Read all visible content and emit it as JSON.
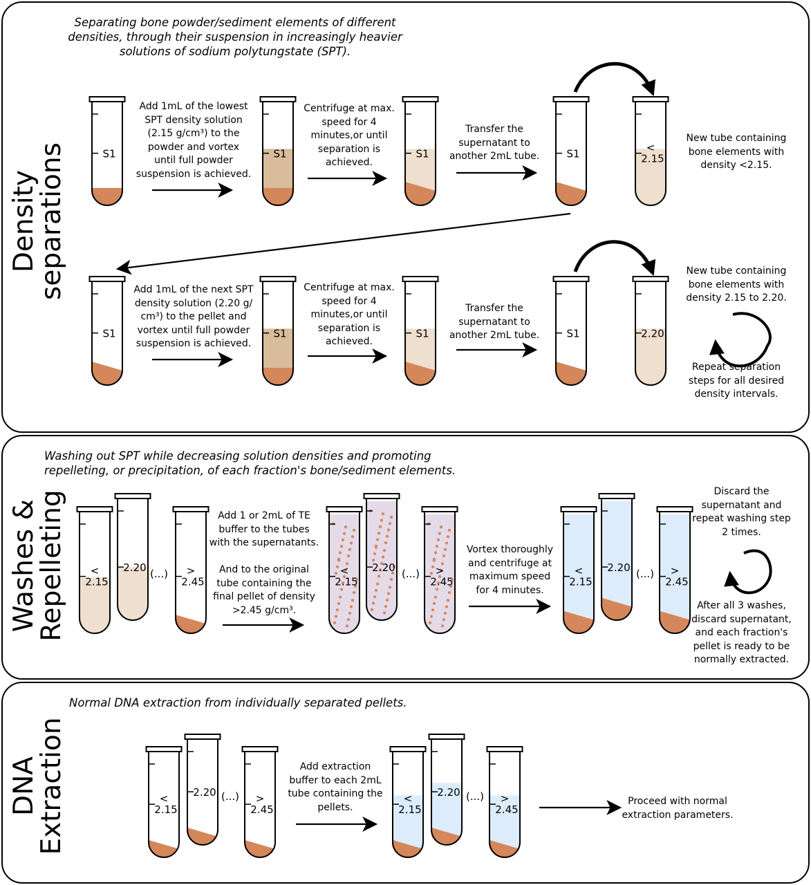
{
  "sections": {
    "density": {
      "side": [
        "Density",
        "separations"
      ],
      "intro": [
        "Separating bone powder/sediment elements of different",
        "densities, through their suspension in increasingly heavier",
        "solutions of sodium polytungstate (SPT)."
      ],
      "row1": {
        "step1": [
          "Add 1mL of the lowest",
          "SPT density solution",
          "(2.15 g/cm³) to the",
          "powder and vortex",
          "until full powder",
          "suspension is achieved."
        ],
        "step2": [
          "Centrifuge at max.",
          "speed for 4",
          "minutes,or until",
          "separation is",
          "achieved."
        ],
        "step3": [
          "Transfer the",
          "supernatant to",
          "another 2mL tube."
        ],
        "result": [
          "New tube containing",
          "bone elements with",
          "density <2.15."
        ]
      },
      "row2": {
        "step1": [
          "Add 1mL of the next SPT",
          "density solution (2.20 g/",
          "cm³) to the pellet and",
          "vortex until full powder",
          "suspension is achieved."
        ],
        "step2": [
          "Centrifuge at max.",
          "speed for 4",
          "minutes,or until",
          "separation is",
          "achieved."
        ],
        "step3": [
          "Transfer the",
          "supernatant to",
          "another 2mL tube."
        ],
        "result": [
          "New tube containing",
          "bone elements with",
          "density 2.15 to 2.20."
        ],
        "repeat": [
          "Repeat separation",
          "steps for all desired",
          "density intervals."
        ]
      }
    },
    "washes": {
      "side": [
        "Washes &",
        "Repelleting"
      ],
      "intro": [
        "Washing out SPT while decreasing solution densities and promoting",
        "repelleting, or precipitation, of each fraction's bone/sediment elements."
      ],
      "step1": [
        "Add 1 or 2mL of TE",
        "buffer to the tubes",
        "with the supernatants.",
        "",
        "And to the original",
        "tube containing the",
        "final pellet of density",
        ">2.45 g/cm³."
      ],
      "step2": [
        "Vortex thoroughly",
        "and centrifuge at",
        "maximum speed",
        "for 4 minutes."
      ],
      "discard": [
        "Discard the",
        "supernatant and",
        "repeat washing step",
        "2 times."
      ],
      "final": [
        "After all 3 washes,",
        "discard supernatant,",
        "and each fraction's",
        "pellet is ready to be",
        "normally extracted."
      ]
    },
    "dna": {
      "side": [
        "DNA",
        "Extraction"
      ],
      "intro": [
        "Normal DNA extraction from individually separated pellets."
      ],
      "step1": [
        "Add extraction",
        "buffer to each 2mL",
        "tube containing the",
        "pellets."
      ],
      "step2": [
        "Proceed with normal",
        "extraction parameters."
      ]
    }
  },
  "tube_labels": {
    "s1": "S1",
    "lt": "<",
    "gt": ">",
    "v215": "2.15",
    "v220": "2.20",
    "v245": "2.45",
    "ellipsis": "(...)"
  },
  "colors": {
    "pellet": "#d4875a",
    "spt_dark": "#d8bc9c",
    "spt_light": "#efdfcf",
    "te_buffer": "#e4dae8",
    "wash_blue": "#dcecfa",
    "particle": "#d4875a"
  }
}
